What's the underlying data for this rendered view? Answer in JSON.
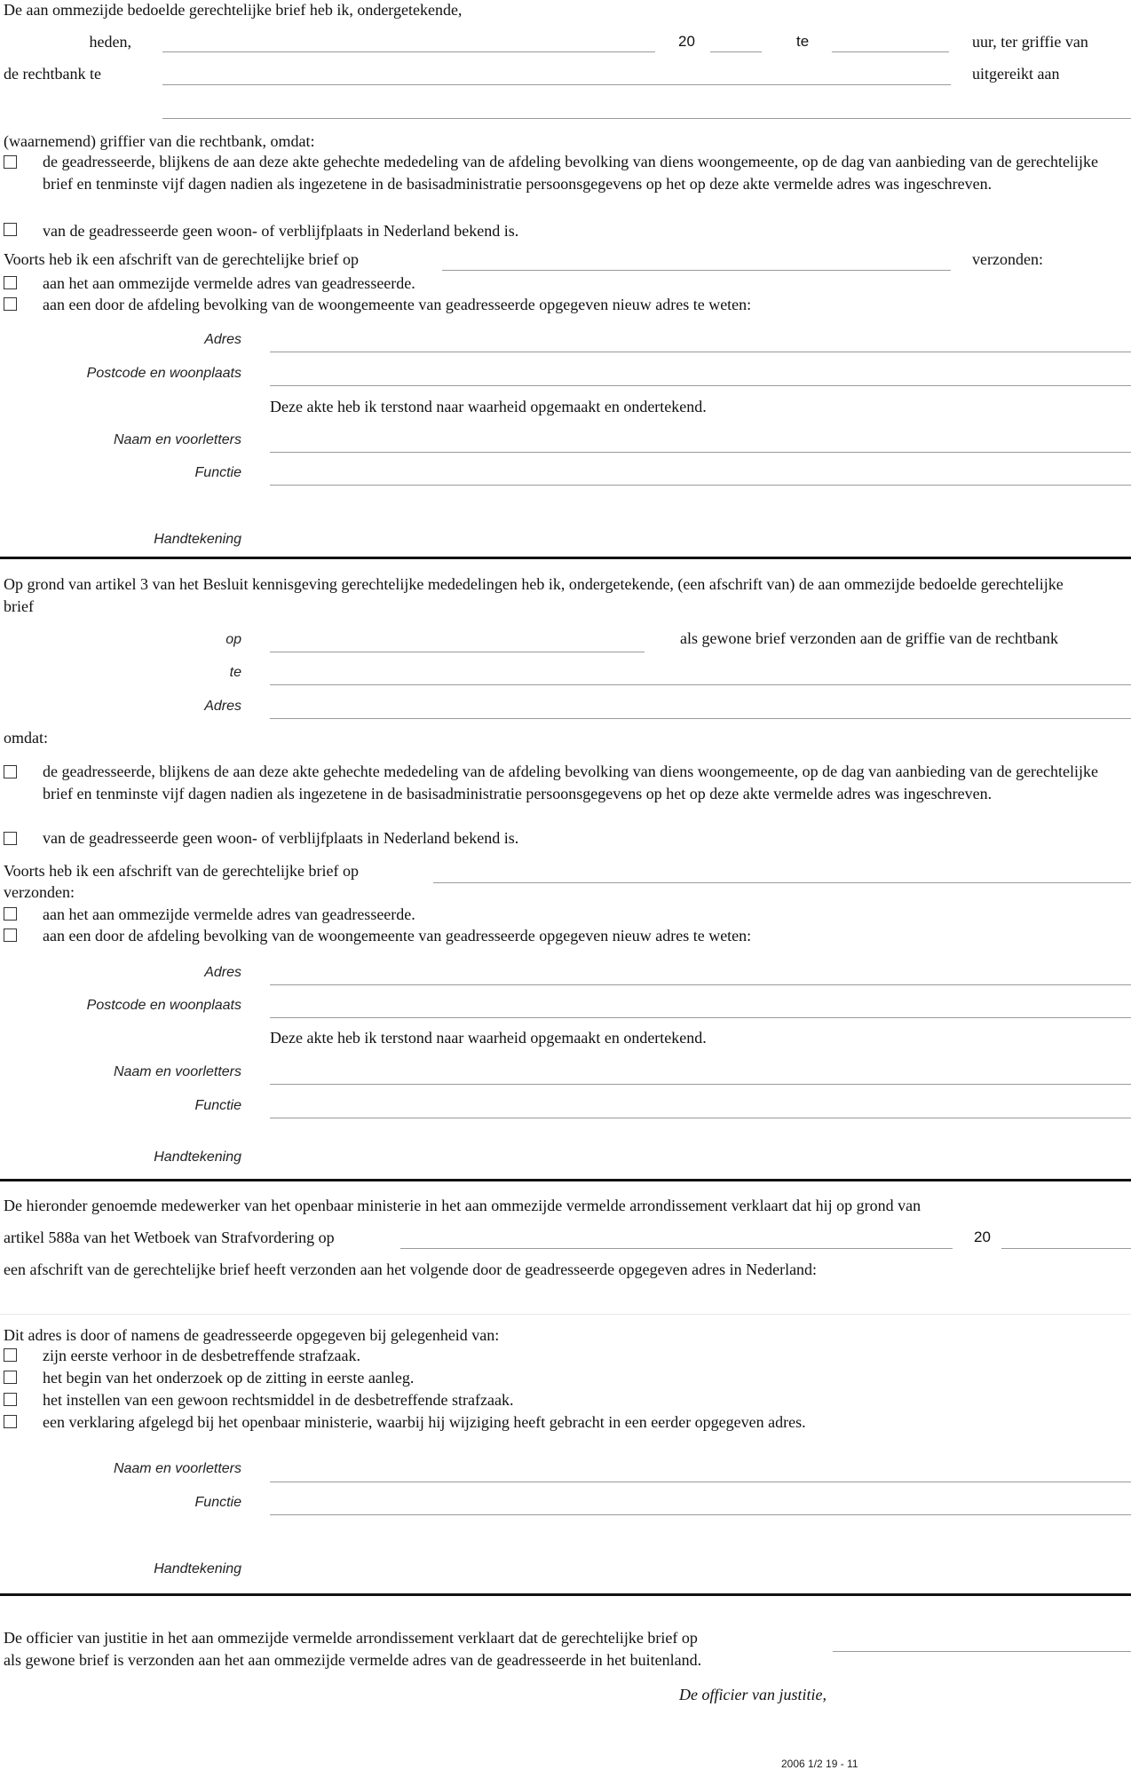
{
  "section1": {
    "intro": "De aan ommezijde bedoelde gerechtelijke brief heb ik, ondergetekende,",
    "heden_label": "heden,",
    "year_prefix": "20",
    "te_label": "te",
    "uur_label": "uur, ter griffie van",
    "rechtbank_label": "de rechtbank te",
    "uitgereikt_label": "uitgereikt aan",
    "griffier_text": "(waarnemend) griffier van die rechtbank, omdat:",
    "reasons": [
      "de geadresseerde, blijkens de aan deze akte gehechte mededeling van de afdeling bevolking van diens woongemeente, op de dag van aanbieding van de gerechtelijke brief en tenminste vijf dagen nadien als ingezetene in de basisadministratie persoonsgegevens op het op deze akte vermelde adres was ingeschreven.",
      "van de geadresseerde geen woon- of verblijfplaats in Nederland bekend is."
    ],
    "voorts_text": "Voorts heb ik een afschrift van de gerechtelijke brief op",
    "verzonden_label": "verzonden:",
    "send_options": [
      "aan het aan ommezijde vermelde adres van geadresseerde.",
      "aan een door de afdeling bevolking van de woongemeente van geadresseerde opgegeven nieuw adres te weten:"
    ],
    "adres_label": "Adres",
    "postcode_label": "Postcode en woonplaats",
    "declaration": "Deze akte heb ik terstond naar waarheid opgemaakt en ondertekend.",
    "naam_label": "Naam en voorletters",
    "functie_label": "Functie",
    "handtekening_label": "Handtekening"
  },
  "section2": {
    "intro": "Op grond van artikel 3 van het Besluit kennisgeving gerechtelijke mededelingen heb ik, ondergetekende, (een afschrift van) de aan ommezijde bedoelde gerechtelijke brief",
    "op_label": "op",
    "gewone_brief_text": "als gewone brief verzonden aan de griffie van de rechtbank",
    "te_label": "te",
    "adres_label": "Adres",
    "omdat_label": "omdat:",
    "reasons": [
      "de geadresseerde, blijkens de aan deze akte gehechte mededeling van de afdeling bevolking van diens woongemeente, op de dag van aanbieding van de gerechtelijke brief en tenminste vijf dagen nadien als ingezetene in de basisadministratie persoonsgegevens op het op deze akte vermelde adres was ingeschreven.",
      "van de geadresseerde geen woon- of verblijfplaats in Nederland bekend is."
    ],
    "voorts_text": "Voorts heb ik een afschrift van de gerechtelijke brief op",
    "verzonden_label": "verzonden:",
    "send_options": [
      "aan het aan ommezijde vermelde adres van geadresseerde.",
      "aan een door de afdeling bevolking van de woongemeente van geadresseerde opgegeven nieuw adres te weten:"
    ],
    "postcode_label": "Postcode en woonplaats",
    "declaration": "Deze akte heb ik terstond naar waarheid opgemaakt en ondertekend.",
    "naam_label": "Naam en voorletters",
    "functie_label": "Functie",
    "handtekening_label": "Handtekening"
  },
  "section3": {
    "intro": "De hieronder genoemde medewerker van het openbaar ministerie in het aan ommezijde vermelde arrondissement verklaart dat hij op grond van",
    "artikel_text": "artikel 588a van het Wetboek van Strafvordering op",
    "year_prefix": "20",
    "afschrift_text": "een afschrift van de gerechtelijke brief heeft verzonden aan het volgende door de geadresseerde opgegeven adres in Nederland:",
    "dit_adres_text": "Dit adres is door of namens de geadresseerde opgegeven bij gelegenheid van:",
    "occasions": [
      "zijn eerste verhoor in de desbetreffende strafzaak.",
      "het begin van het onderzoek op de zitting in eerste aanleg.",
      "het instellen van een gewoon rechtsmiddel in de desbetreffende strafzaak.",
      "een verklaring afgelegd bij het openbaar ministerie, waarbij hij wijziging heeft gebracht in een eerder opgegeven adres."
    ],
    "naam_label": "Naam en voorletters",
    "functie_label": "Functie",
    "handtekening_label": "Handtekening"
  },
  "section4": {
    "line1": "De officier van justitie in het aan ommezijde vermelde arrondissement verklaart dat de gerechtelijke brief op",
    "line2": "als gewone brief is verzonden aan het aan ommezijde vermelde adres van de geadresseerde in het buitenland.",
    "signature_label": "De officier van justitie,"
  },
  "footer": {
    "form_code": "2006  1/2 19 - 11"
  }
}
